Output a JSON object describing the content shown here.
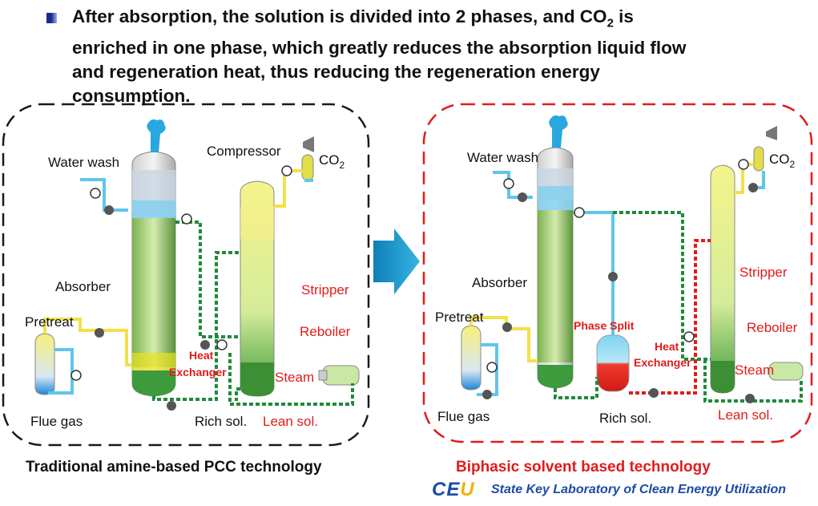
{
  "bullet": {
    "line1_pre": "After absorption, the solution is divided into 2 phases, and CO",
    "line1_sub": "2",
    "line1_post": " is",
    "line2": "enriched in one phase, which greatly reduces the absorption liquid flow",
    "line3": "and regeneration heat, thus reducing the regeneration energy",
    "line4": "consumption."
  },
  "left": {
    "water_wash": "Water wash",
    "compressor": "Compressor",
    "co2": "CO",
    "co2_sub": "2",
    "absorber": "Absorber",
    "stripper": "Stripper",
    "pretreat": "Pretreat",
    "reboiler": "Reboiler",
    "heat": "Heat",
    "exchanger": "Exchanger",
    "steam": "Steam",
    "flue_gas": "Flue gas",
    "rich_sol": "Rich sol.",
    "lean_sol": "Lean sol.",
    "caption": "Traditional amine-based PCC technology"
  },
  "right": {
    "water_wash": "Water wash",
    "co2": "CO",
    "co2_sub": "2",
    "absorber": "Absorber",
    "stripper": "Stripper",
    "pretreat": "Pretreat",
    "phase_split": "Phase Split",
    "reboiler": "Reboiler",
    "heat": "Heat",
    "exchanger": "Exchanger",
    "steam": "Steam",
    "flue_gas": "Flue gas",
    "rich_sol": "Rich sol.",
    "lean_sol": "Lean sol.",
    "caption": "Biphasic solvent based technology"
  },
  "footer": {
    "logo_c": "C",
    "logo_e": "E",
    "logo_u": "U",
    "lab_name": "State Key Laboratory of Clean Energy Utilization"
  },
  "colors": {
    "left_frame": "#1a1a1a",
    "right_frame": "#e21b1b",
    "arrow": "#1e9fd0",
    "steam_plume": "#2aa7e0",
    "label_red": "#e21b1b",
    "pipe_yellow": "#f2e04a",
    "pipe_blue": "#5fc6ea",
    "pipe_green": "#1f8a3a",
    "pipe_red": "#e21b1b"
  }
}
